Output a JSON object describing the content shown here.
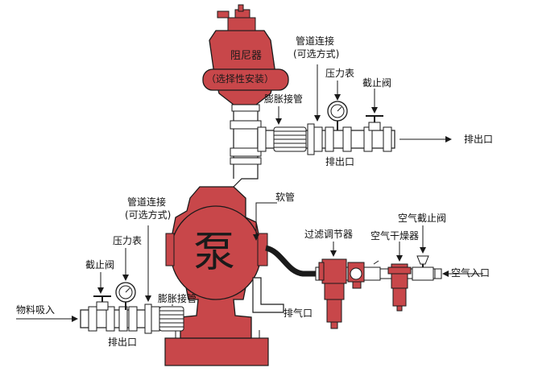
{
  "colors": {
    "red": "#c8474a",
    "red_dark": "#8e2a2c",
    "pipe": "#ffffff",
    "stroke": "#1a1a1a",
    "hose": "#1a1a1a",
    "base": "#c8474a"
  },
  "labels": {
    "damper": "阻尼器",
    "damper_note": "（选择性安装）",
    "pump": "泵",
    "pipe_connect_top": "管道连接",
    "optional_top": "(可选方式)",
    "pressure_gauge_top": "压力表",
    "stop_valve_top": "截止阀",
    "expansion_top": "膨胀接管",
    "outlet_top": "排出口",
    "outlet_top_right": "排出口",
    "hose": "软管",
    "filter_regulator": "过滤调节器",
    "air_dryer": "空气干燥器",
    "air_stop_valve": "空气截止阀",
    "air_inlet": "空气入口",
    "exhaust": "排气口",
    "pipe_connect_left": "管道连接",
    "optional_left": "(可选方式)",
    "pressure_gauge_left": "压力表",
    "stop_valve_left": "截止阀",
    "expansion_left": "膨胀接管",
    "material_inlet": "物料吸入",
    "outlet_bottom": "排出口"
  }
}
